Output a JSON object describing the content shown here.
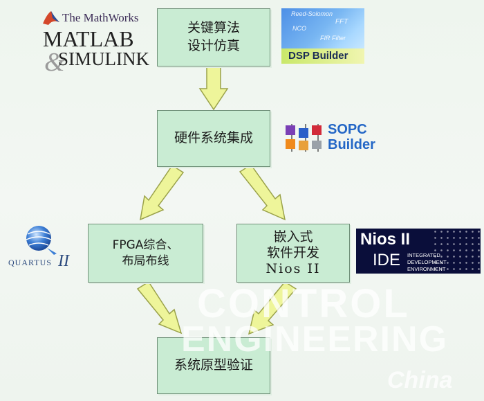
{
  "flow": {
    "box1": [
      "关键算法",
      "设计仿真"
    ],
    "box2": [
      "硬件系统集成"
    ],
    "box3": [
      "FPGA综合、",
      "布局布线"
    ],
    "box4": [
      "嵌入式",
      "软件开发",
      "Nios II"
    ],
    "box5": [
      "系统原型验证"
    ]
  },
  "logos": {
    "mathworks": {
      "top": "The MathWorks",
      "line1": "MATLAB",
      "line2": "SIMULINK",
      "amp": "&"
    },
    "dsp": {
      "label": "DSP Builder",
      "terms": [
        "Reed-Solomon",
        "FFT",
        "NCO",
        "FIR Filter"
      ]
    },
    "sopc": {
      "line1": "SOPC",
      "line2": "Builder"
    },
    "quartus": {
      "name": "QUARTUS",
      "suffix": "II"
    },
    "nios": {
      "title": "Nios II",
      "ide": "IDE",
      "sub1": "INTEGRATED DEVELOPMENT",
      "sub2": "ENVIRONMENT"
    }
  },
  "watermark": {
    "line1": "CONTROL",
    "line2": "ENGINEERING",
    "line3": "China"
  },
  "colors": {
    "box_fill": "#c9ecd3",
    "arrow_fill": "#eef59a",
    "arrow_stroke": "#9aa24a"
  }
}
